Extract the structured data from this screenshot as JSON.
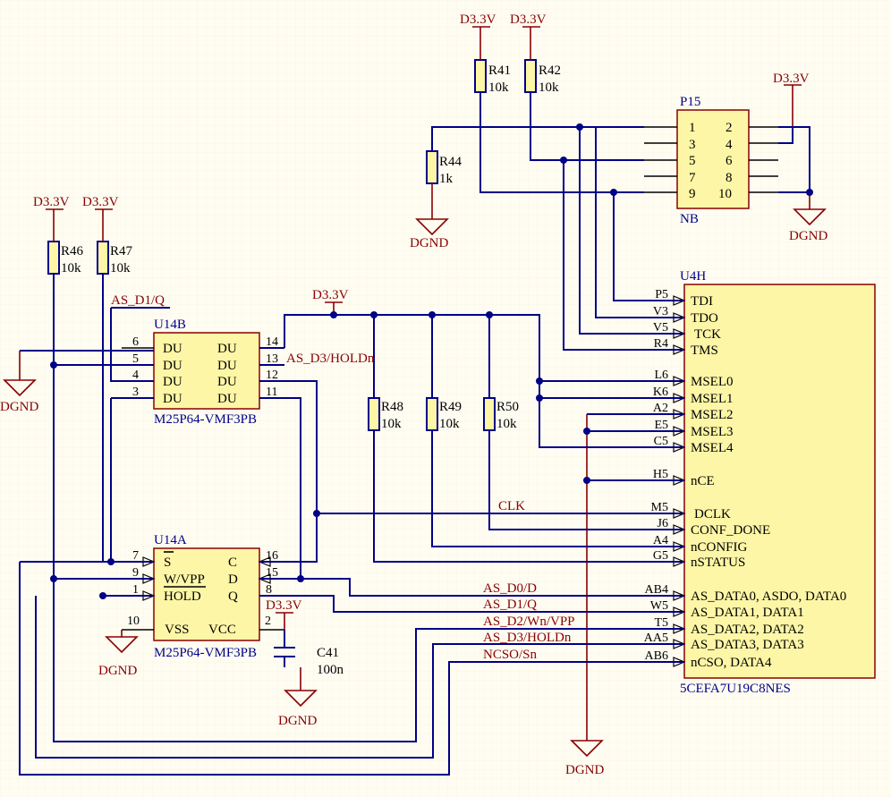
{
  "colors": {
    "background": "#fffdf2",
    "wire": "#000088",
    "component_body": "#fdf6a6",
    "power": "#880000"
  },
  "power": {
    "d33": "D3.3V",
    "gnd": "DGND"
  },
  "resistors": {
    "r41": {
      "ref": "R41",
      "val": "10k"
    },
    "r42": {
      "ref": "R42",
      "val": "10k"
    },
    "r44": {
      "ref": "R44",
      "val": "1k"
    },
    "r46": {
      "ref": "R46",
      "val": "10k"
    },
    "r47": {
      "ref": "R47",
      "val": "10k"
    },
    "r48": {
      "ref": "R48",
      "val": "10k"
    },
    "r49": {
      "ref": "R49",
      "val": "10k"
    },
    "r50": {
      "ref": "R50",
      "val": "10k"
    }
  },
  "cap": {
    "ref": "C41",
    "val": "100n"
  },
  "p15": {
    "ref": "P15",
    "val": "NB",
    "pins": [
      "1",
      "2",
      "3",
      "4",
      "5",
      "6",
      "7",
      "8",
      "9",
      "10"
    ]
  },
  "u14b": {
    "ref": "U14B",
    "part": "M25P64-VMF3PB",
    "left": [
      {
        "n": "6",
        "l": "DU"
      },
      {
        "n": "5",
        "l": "DU"
      },
      {
        "n": "4",
        "l": "DU"
      },
      {
        "n": "3",
        "l": "DU"
      }
    ],
    "right": [
      {
        "n": "14",
        "l": "DU"
      },
      {
        "n": "13",
        "l": "DU"
      },
      {
        "n": "12",
        "l": "DU"
      },
      {
        "n": "11",
        "l": "DU"
      }
    ]
  },
  "u14a": {
    "ref": "U14A",
    "part": "M25P64-VMF3PB",
    "left": [
      {
        "n": "7",
        "l": "S"
      },
      {
        "n": "9",
        "l": "W/VPP"
      },
      {
        "n": "1",
        "l": "HOLD"
      }
    ],
    "right": [
      {
        "n": "16",
        "l": "C"
      },
      {
        "n": "15",
        "l": "D"
      },
      {
        "n": "8",
        "l": "Q"
      }
    ],
    "vss": {
      "n": "10",
      "l": "VSS"
    },
    "vcc": {
      "n": "2",
      "l": "VCC"
    }
  },
  "u4h": {
    "ref": "U4H",
    "part": "5CEFA7U19C8NES",
    "pins": [
      {
        "n": "P5",
        "l": "TDI"
      },
      {
        "n": "V3",
        "l": "TDO"
      },
      {
        "n": "V5",
        "l": "TCK"
      },
      {
        "n": "R4",
        "l": "TMS"
      },
      {
        "n": "L6",
        "l": "MSEL0"
      },
      {
        "n": "K6",
        "l": "MSEL1"
      },
      {
        "n": "A2",
        "l": "MSEL2"
      },
      {
        "n": "E5",
        "l": "MSEL3"
      },
      {
        "n": "C5",
        "l": "MSEL4"
      },
      {
        "n": "H5",
        "l": "nCE"
      },
      {
        "n": "M5",
        "l": "DCLK"
      },
      {
        "n": "J6",
        "l": "CONF_DONE"
      },
      {
        "n": "A4",
        "l": "nCONFIG"
      },
      {
        "n": "G5",
        "l": "nSTATUS"
      },
      {
        "n": "AB4",
        "l": "AS_DATA0, ASDO, DATA0"
      },
      {
        "n": "W5",
        "l": "AS_DATA1, DATA1"
      },
      {
        "n": "T5",
        "l": "AS_DATA2, DATA2"
      },
      {
        "n": "AA5",
        "l": "AS_DATA3, DATA3"
      },
      {
        "n": "AB6",
        "l": "nCSO, DATA4"
      }
    ]
  },
  "nets": {
    "as_d1q_top": "AS_D1/Q",
    "as_d3_holdn_top": "AS_D3/HOLDn",
    "clk": "CLK",
    "as_d0d": "AS_D0/D",
    "as_d1q": "AS_D1/Q",
    "as_d2": "AS_D2/Wn/VPP",
    "as_d3": "AS_D3/HOLDn",
    "ncso": "NCSO/Sn"
  }
}
